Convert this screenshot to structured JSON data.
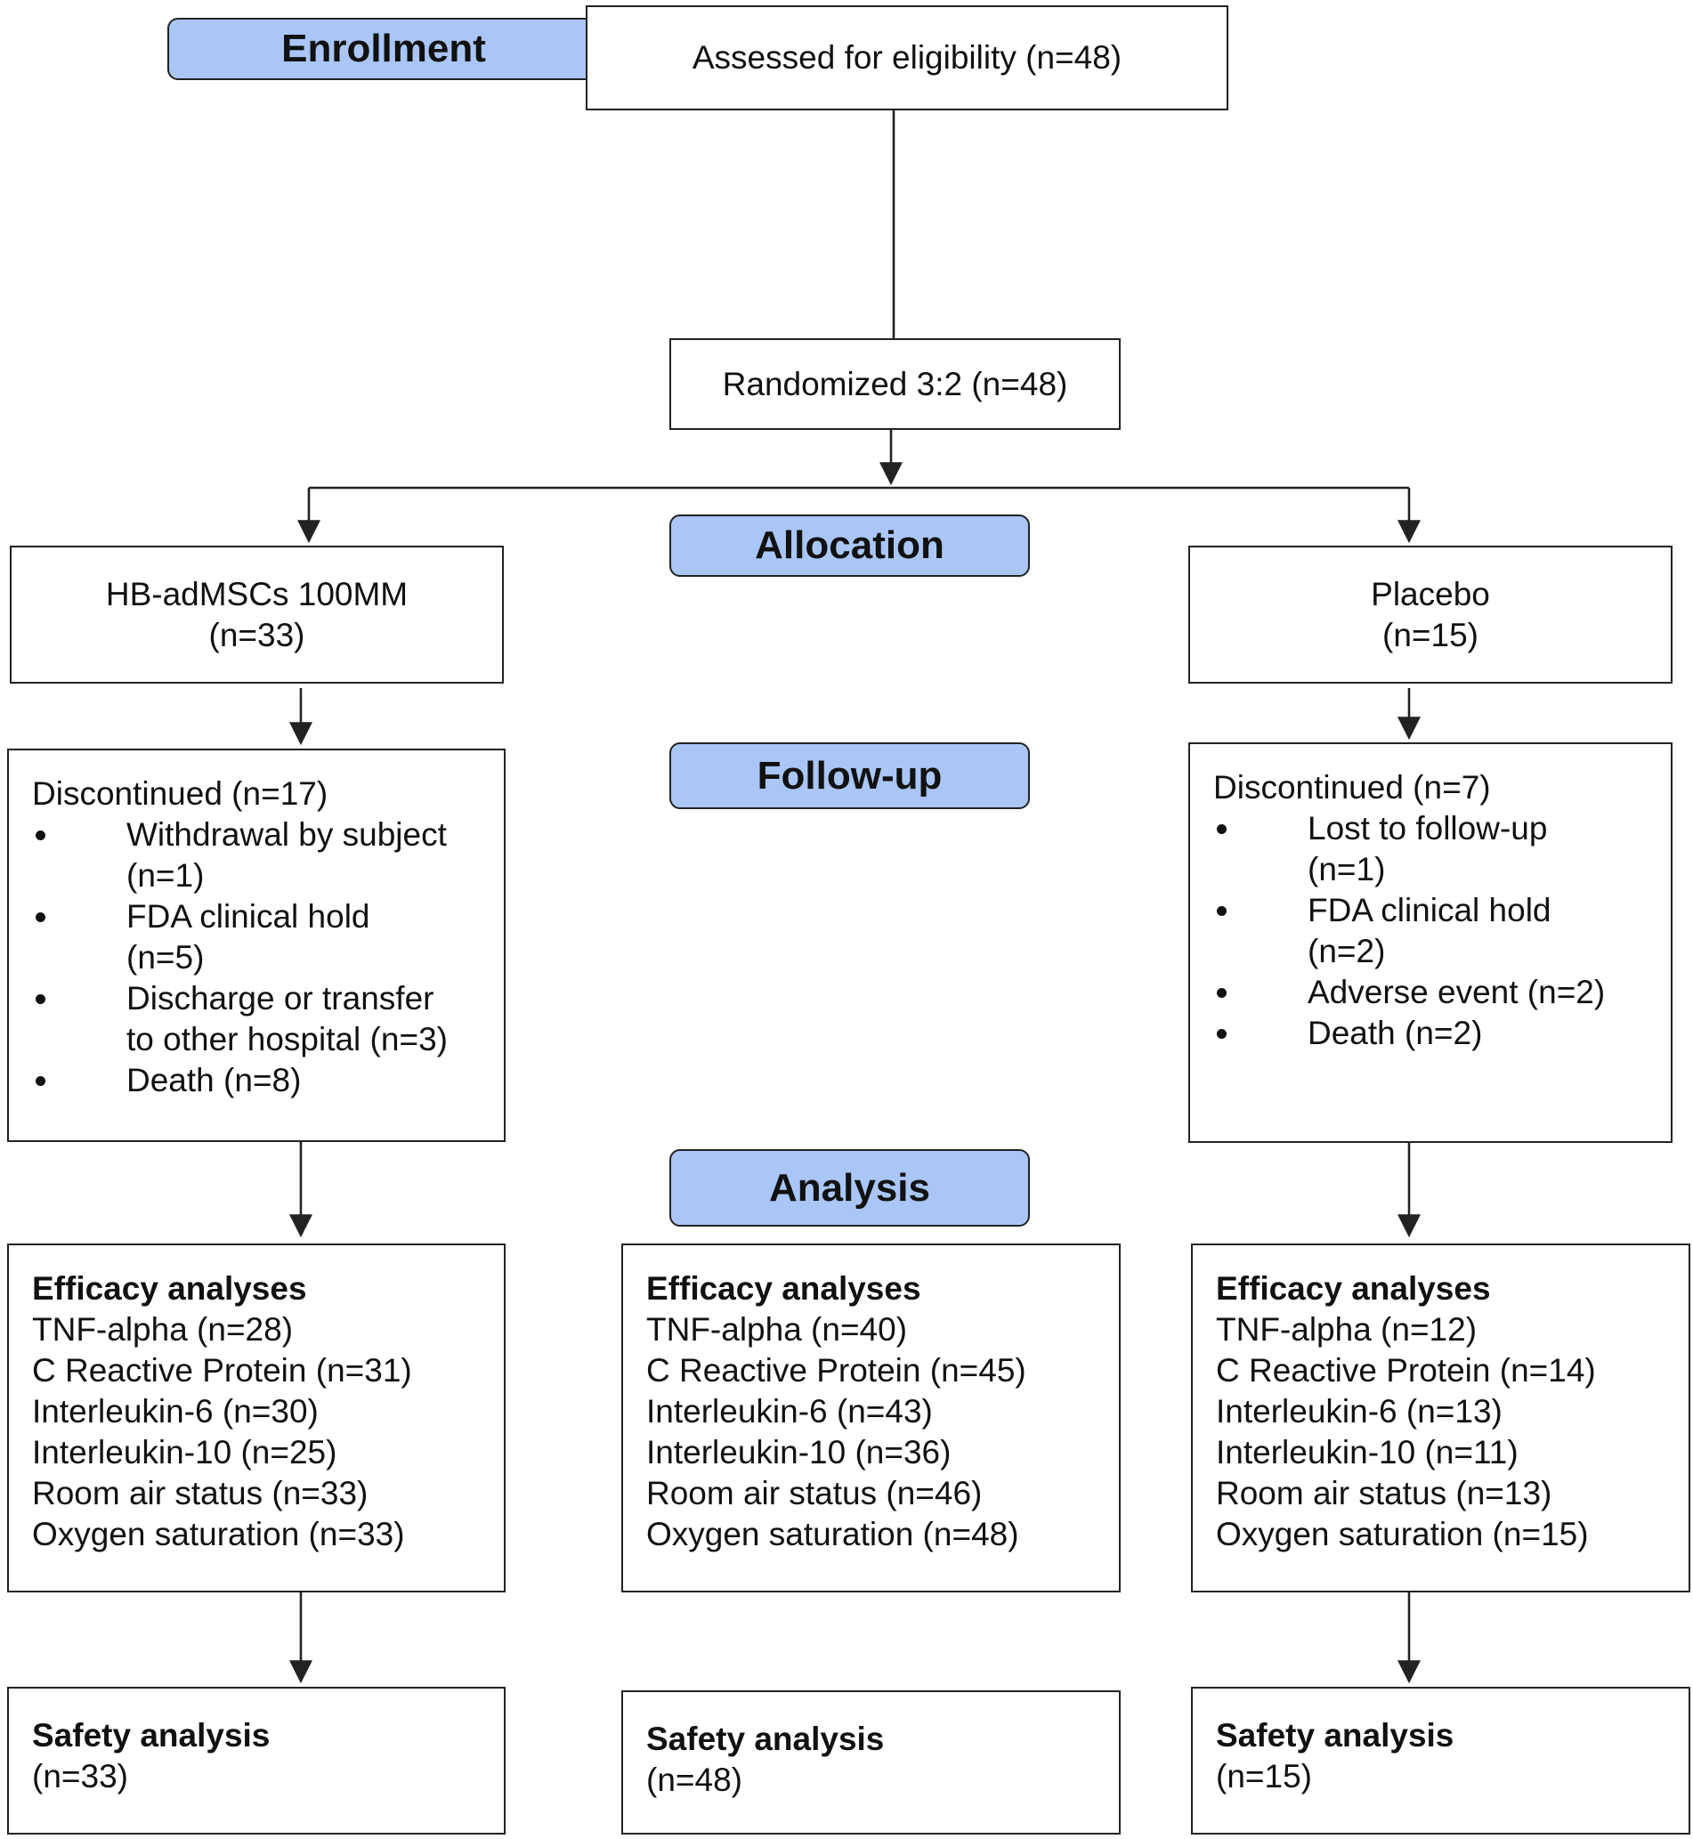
{
  "labels": {
    "enrollment": "Enrollment",
    "allocation": "Allocation",
    "followup": "Follow-up",
    "analysis": "Analysis"
  },
  "assessed": "Assessed for eligibility (n=48)",
  "randomized": "Randomized 3:2 (n=48)",
  "arms": {
    "treatment": {
      "name": "HB-adMSCs 100MM",
      "n": "(n=33)"
    },
    "placebo": {
      "name": "Placebo",
      "n": "(n=15)"
    }
  },
  "followup": {
    "treatment": {
      "title": "Discontinued (n=17)",
      "items": [
        [
          "Withdrawal by subject",
          "(n=1)"
        ],
        [
          "FDA clinical hold",
          "(n=5)"
        ],
        [
          "Discharge or transfer",
          "to other hospital (n=3)"
        ],
        [
          "Death (n=8)"
        ]
      ]
    },
    "placebo": {
      "title": "Discontinued (n=7)",
      "items": [
        [
          "Lost to follow-up",
          "(n=1)"
        ],
        [
          "FDA clinical hold",
          "(n=2)"
        ],
        [
          "Adverse event (n=2)"
        ],
        [
          "Death (n=2)"
        ]
      ]
    }
  },
  "efficacy": {
    "heading": "Efficacy analyses",
    "left": [
      "TNF-alpha (n=28)",
      "C Reactive Protein (n=31)",
      "Interleukin-6 (n=30)",
      "Interleukin-10 (n=25)",
      "Room air status (n=33)",
      "Oxygen saturation (n=33)"
    ],
    "middle": [
      "TNF-alpha (n=40)",
      "C Reactive Protein (n=45)",
      "Interleukin-6 (n=43)",
      "Interleukin-10 (n=36)",
      "Room air status (n=46)",
      "Oxygen saturation (n=48)"
    ],
    "right": [
      "TNF-alpha (n=12)",
      "C Reactive Protein (n=14)",
      "Interleukin-6 (n=13)",
      "Interleukin-10 (n=11)",
      "Room air status (n=13)",
      "Oxygen saturation (n=15)"
    ]
  },
  "safety": {
    "heading": "Safety analysis",
    "left": "(n=33)",
    "middle": "(n=48)",
    "right": "(n=15)"
  },
  "colors": {
    "label_fill": "#a9c6f7",
    "border": "#222222"
  }
}
